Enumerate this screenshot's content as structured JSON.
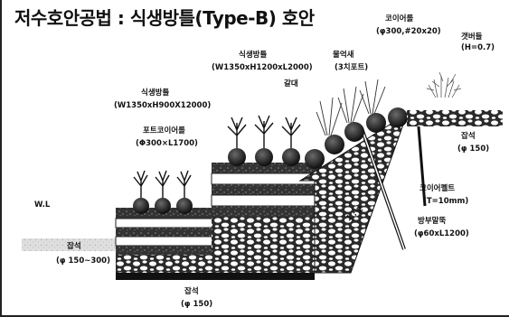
{
  "title": "저수호안공법 : 식생방틀(Type-B) 호안",
  "labels": {
    "coir_roll_top": "코이어롤",
    "coir_roll_top_spec": "(φ300,#20x20)",
    "gabion": "갯버들",
    "gabion_spec": "(H=0.7)",
    "veg_frame_top": "식생방틀",
    "veg_frame_top_spec": "(W1350xH1200xL2000)",
    "reed": "물억새",
    "reed_spec": "(3치포트)",
    "reed_alt": "갈대",
    "veg_frame_mid": "식생방틀",
    "veg_frame_mid_spec": "(W1350xH900X12000)",
    "pot_coir": "포트코이어롤",
    "pot_coir_spec": "(Φ300×L1700)",
    "rubble_right": "잡석",
    "rubble_right_spec": "(φ 150)",
    "water_level": "W.L",
    "slope": "1 : 2",
    "coir_felt": "코이어펠트",
    "coir_felt_spec": "(T=10mm)",
    "stake": "방부말뚝",
    "stake_spec": "(φ60xL1200)",
    "rubble_left": "잡석",
    "rubble_left_spec": "(φ 150~300)",
    "rubble_bottom": "잡석",
    "rubble_bottom_spec": "(φ 150)"
  }
}
